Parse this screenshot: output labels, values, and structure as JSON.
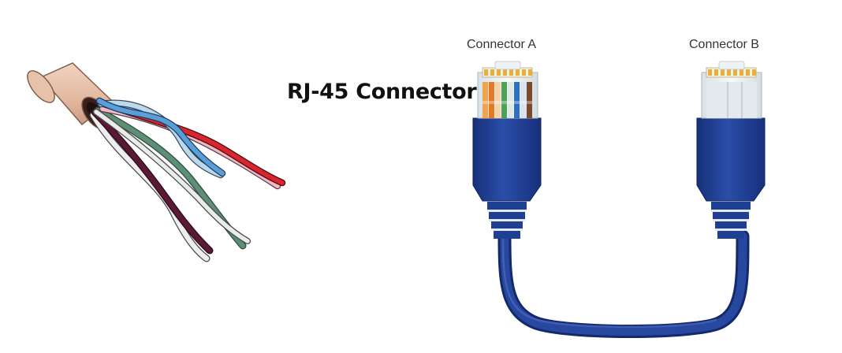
{
  "labels": {
    "title": "RJ-45 Connector",
    "connector_a": "Connector A",
    "connector_b": "Connector B"
  },
  "colors": {
    "cable_blue": "#1f3f93",
    "cable_blue_dark": "#14296b",
    "jacket": "#e8c3ad",
    "jacket_dark": "#b9907a",
    "plug_clear": "#e9eef1",
    "contact_gold": "#e2b23d"
  },
  "twisted_pair_wires": [
    {
      "name": "blue",
      "color": "#5b9ed6"
    },
    {
      "name": "light-blue",
      "color": "#bcd9ec"
    },
    {
      "name": "red",
      "color": "#d8262e"
    },
    {
      "name": "pink",
      "color": "#f2b7c6"
    },
    {
      "name": "green",
      "color": "#5c8f76"
    },
    {
      "name": "brown",
      "color": "#5a1a36"
    },
    {
      "name": "white",
      "color": "#eeeeee"
    }
  ],
  "connector_a_wire_colors": [
    "#f0a34b",
    "#e37a26",
    "#f2d5a6",
    "#4fa05a",
    "#dde9e0",
    "#2f6fc0",
    "#d8e3ee",
    "#7a4a2d"
  ]
}
